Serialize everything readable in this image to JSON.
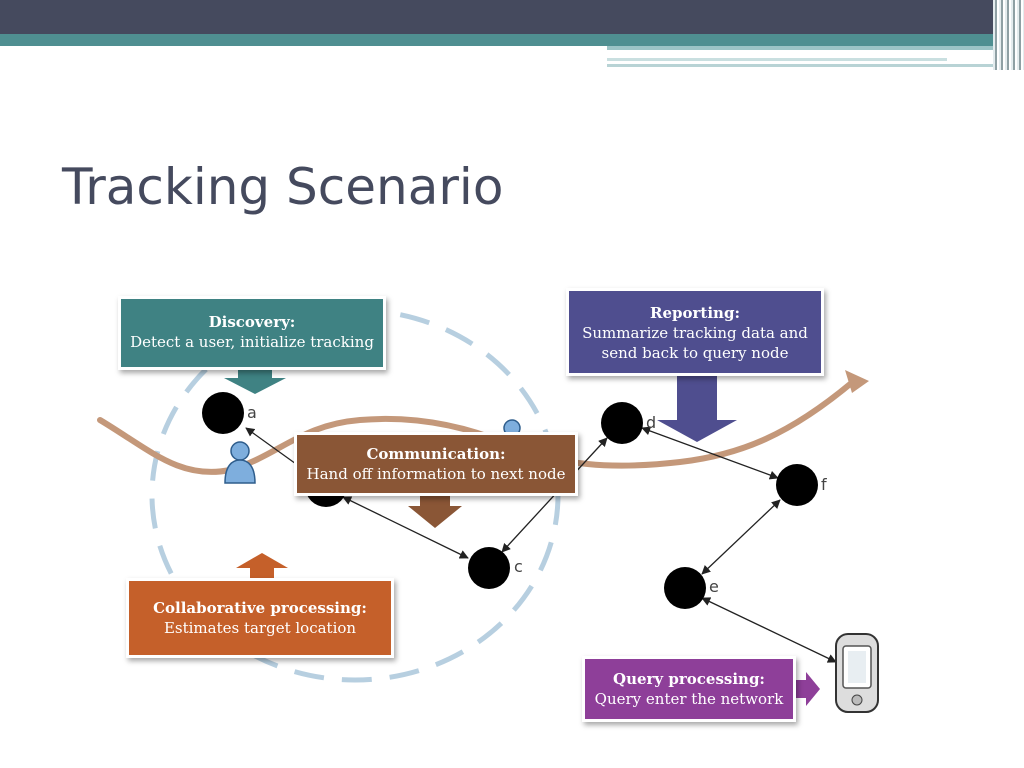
{
  "title": "Tracking Scenario",
  "boxes": {
    "discovery": {
      "heading": "Discovery:",
      "text": "Detect a user, initialize tracking"
    },
    "reporting": {
      "heading": "Reporting:",
      "text": "Summarize tracking data and send back to query node"
    },
    "communication": {
      "heading": "Communication:",
      "text": "Hand off information to next node"
    },
    "collaborative": {
      "heading": "Collaborative processing:",
      "text": "Estimates target location"
    },
    "query": {
      "heading": "Query processing:",
      "text": "Query enter the network"
    }
  },
  "nodes": {
    "a": "a",
    "c": "c",
    "d": "d",
    "e": "e",
    "f": "f"
  },
  "colors": {
    "header": "#454a5e",
    "teal": "#4f8f91",
    "discovery": "#3f8283",
    "reporting": "#4f4e8f",
    "communication": "#8a5636",
    "collaborative": "#c5602a",
    "query": "#8e3f99",
    "trajectory": "#c4987a",
    "sensing-range": "#b7cfe0"
  },
  "icons": [
    "user-icon",
    "pda-device-icon",
    "arrow-icon"
  ]
}
